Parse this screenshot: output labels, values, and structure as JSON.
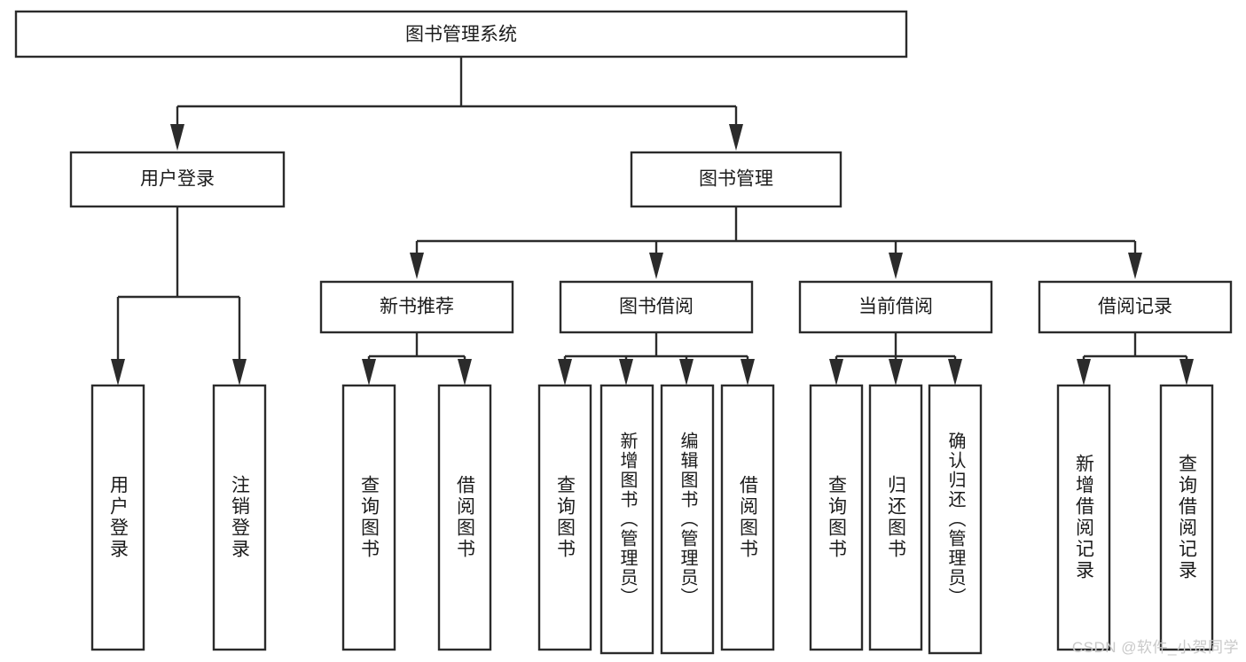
{
  "diagram": {
    "title": "图书管理系统",
    "watermark": "CSDN @软件_小贺同学",
    "colors": {
      "stroke": "#2b2b2b",
      "fill": "#ffffff",
      "text": "#1b1b1b",
      "watermark": "#c9c9c9"
    },
    "levels": {
      "root": {
        "label": "图书管理系统"
      },
      "level2": [
        {
          "label": "用户登录"
        },
        {
          "label": "图书管理"
        }
      ],
      "level3": [
        {
          "label": "新书推荐"
        },
        {
          "label": "图书借阅"
        },
        {
          "label": "当前借阅"
        },
        {
          "label": "借阅记录"
        }
      ],
      "leaves": {
        "user_login": [
          {
            "label": "用户登录"
          },
          {
            "label": "注销登录"
          }
        ],
        "new_book": [
          {
            "label": "查询图书"
          },
          {
            "label": "借阅图书"
          }
        ],
        "book_borrow": [
          {
            "label": "查询图书"
          },
          {
            "label": "新增图书（管理员）"
          },
          {
            "label": "编辑图书（管理员）"
          },
          {
            "label": "借阅图书"
          }
        ],
        "current_borrow": [
          {
            "label": "查询图书"
          },
          {
            "label": "归还图书"
          },
          {
            "label": "确认归还（管理员）"
          }
        ],
        "borrow_record": [
          {
            "label": "新增借阅记录"
          },
          {
            "label": "查询借阅记录"
          }
        ]
      }
    }
  }
}
